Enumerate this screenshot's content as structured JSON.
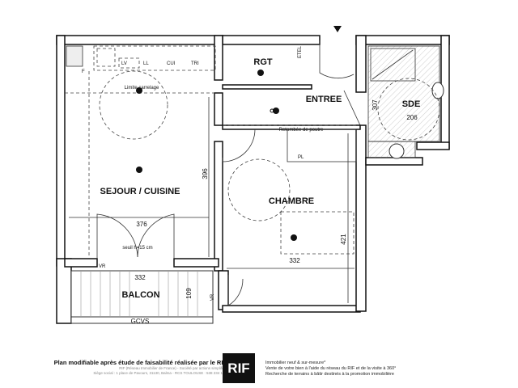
{
  "rooms": {
    "sejour": "SEJOUR / CUISINE",
    "rgt": "RGT",
    "entree": "ENTREE",
    "sde": "SDE",
    "chambre": "CHAMBRE",
    "balcon": "BALCON"
  },
  "annotations": {
    "limite_carrelage": "Limite carrelage",
    "retombee": "Retombée de poutre",
    "seuil": "seuil h=15 cm",
    "pl": "PL",
    "etel": "ETEL",
    "f": "F",
    "lv": "LV",
    "ll": "LL",
    "cui": "CUI",
    "tri": "TRI",
    "vr1": "VR",
    "vr2": "VR",
    "gcvs": "GCVS"
  },
  "dimensions": {
    "sejour_width": "376",
    "sejour_depth": "396",
    "balcon_width": "332",
    "balcon_depth": "109",
    "chambre_width": "332",
    "chambre_depth": "421",
    "sde_depth": "307",
    "sde_width": "206"
  },
  "footer": {
    "title": "Plan modifiable après étude de faisabilité réalisée par le RIF",
    "line1": "RIF (Réseau Immobilier de France) - Société par actions simplifiée",
    "line2": "Siège social : 1 place de Pavours, 31130, Balma - RCS TOULOUSE : 538 234 173",
    "logo": "RIF",
    "right1": "Immobilier neuf & sur-mesure*",
    "right2": "Vente de votre bien à l'aide du réseau du RIF et de la visite à 360°",
    "right3": "Recherche de terrains à bâtir destinés à la promotion immobilière"
  }
}
